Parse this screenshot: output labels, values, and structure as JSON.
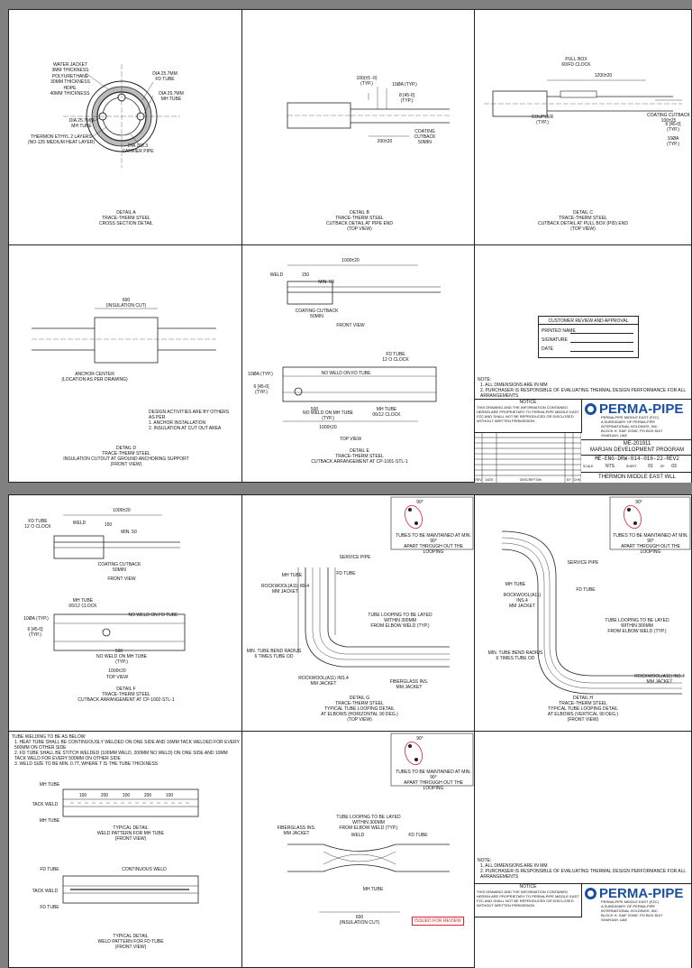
{
  "sheet1": {
    "detail_a": {
      "labels": [
        "WATER JACKET\n3MM THICKNESS",
        "POLYURETHANE\n30MM THICKNESS",
        "HDPE\n40MM THICKNESS",
        "DIA 25.7MM\nFD TUBE",
        "DIA 25.7MM\nMH TUBE",
        "DIA 25.7MM\nMH TUBE",
        "DIA 168.3\nCARRIER PIPE",
        "THERMON ETHYL 2 LAYERS\n(NO-125 MEDIUM HEAT LAYER)"
      ],
      "title": "DETAIL A\nTRACE-THERM STEEL\nCROSS SECTION DETAIL"
    },
    "detail_b": {
      "labels": [
        "100(±5 -0)\n(TYP.)",
        "10ØA (TYP.)",
        "8 [45-0]\n(TYP.)",
        "COATING CUTBACK\n50MIN",
        "200±20"
      ],
      "title": "DETAIL B\nTRACE-THERM STEEL\nCUTBACK DETAIL AT PIPE END\n(TOP VIEW)"
    },
    "detail_c": {
      "labels": [
        "PULL BOX\n60/FD CLOCK",
        "COUPLER\n(TYP.)",
        "1200±20",
        "COATING CUTBACK\n100±25",
        "6 [45-0]\n(TYP.)",
        "10ØA\n(TYP.)"
      ],
      "title": "DETAIL C\nTRACE-THERM STEEL\nCUTBACK DETAIL AT PULL BOX (PID) END\n(TOP VIEW)"
    },
    "detail_d": {
      "labels": [
        "600\n(INSULATION CUT)",
        "ANCHOR CENTER\n(LOCATION AS PER DRAWING)"
      ],
      "notes": "DESIGN ACTIVITIES ARE BY OTHERS AS PER\n1. ANCHOR INSTALLATION\n2. INSULATION AT CUT OUT AREA",
      "title": "DETAIL D\nTRACE-THERM STEEL\nINSULATION CUTOUT AT GROUND ANCHORING SUPPORT\n(FRONT VIEW)"
    },
    "detail_e_front": {
      "labels": [
        "1000±20",
        "WELD",
        "150",
        "MIN. 50",
        "COATING CUTBACK\n50MIN"
      ],
      "view": "FRONT VIEW"
    },
    "detail_e_top": {
      "labels": [
        "FD TUBE\n12 O CLOCK",
        "NO WELD ON FD TUBE",
        "10ØA (TYP.)",
        "6 [45-0]\n(TYP.)",
        "NO WELD ON MH TUBE\n(TYP.)",
        "MH TUBE\n06/12 CLOCK",
        "1000±20",
        "500"
      ],
      "view": "TOP VIEW",
      "title": "DETAIL E\nTRACE-THERM STEEL\nCUTBACK ARRANGEMENT AT CP-1001-STL-1"
    },
    "approval": {
      "heading": "CUSTOMER REVIEW AND APPROVAL",
      "fields": [
        "PRINTED NAME",
        "SIGNATURE",
        "DATE"
      ]
    },
    "notes": {
      "heading": "NOTE:",
      "items": [
        "1. ALL DIMENSIONS ARE IN MM",
        "2. PURCHASER IS RESPONSIBLE OF EVALUATING THERMAL DESIGN PERFORMANCE FOR ALL ARRANGEMENTS"
      ]
    },
    "title_block": {
      "notice_heading": "NOTICE",
      "notice": "THIS DRAWING AND THE INFORMATION CONTAINED HEREIN ARE PROPRIETARY TO PERMA-PIPE MIDDLE EAST FZC AND SHALL NOT BE REPRODUCED OR DISCLOSED WITHOUT WRITTEN PERMISSION",
      "logo": "PERMA-PIPE",
      "company": "PERMA-PIPE MIDDLE EAST (FZC)\nA SUBSIDIARY OF PERMA-PIPE\nINTERNATIONAL HOLDINGS, INC.\nBLOCK H, SAIF ZONE, PO BOX 8107\nSHARJAH, UAE",
      "job_no": "ME-201911",
      "project": "MARJAN DEVELOPMENT PROGRAM",
      "drawing_no": "ME-ENG-DRW-014-016-22-REV2",
      "scale_label": "SCALE",
      "scale": "NTS",
      "sheet_label": "SHEET",
      "sheet": "01",
      "of": "OF",
      "total": "03",
      "customer": "THERMON MIDDLE EAST WLL",
      "rev_rows": [
        "DATE",
        "DESCRIPTION",
        "BY"
      ],
      "col_headers": [
        "REV",
        "DATE",
        "DESCRIPTION",
        "BY",
        "CHK"
      ]
    }
  },
  "sheet2": {
    "detail_f_front": {
      "labels": [
        "1000±20",
        "FD TUBE\n12 O CLOCK",
        "WELD",
        "150",
        "MIN. 50",
        "COATING CUTBACK\n50MIN"
      ],
      "view": "FRONT VIEW"
    },
    "detail_f_top": {
      "labels": [
        "MH TUBE\n06/12 CLOCK",
        "NO WELD ON FD TUBE",
        "10ØA (TYP.)",
        "6 [45-0]\n(TYP.)",
        "NO WELD ON MH TUBE\n(TYP.)",
        "500",
        "1000±20"
      ],
      "view": "TOP VIEW",
      "title": "DETAIL F\nTRACE-THERM STEEL\nCUTBACK ARRANGEMENT AT CP-1002-STL-1"
    },
    "detail_g": {
      "labels": [
        "SERVICE PIPE",
        "MH TUBE",
        "FD TUBE",
        "ROCKWOOL(A11) 80-4\nMM JACKET",
        "TUBE LOOPING TO BE LAYED\nWITHIN 300MM\nFROM ELBOW WELD (TYP.)",
        "MIN. TUBE BEND RADIUS\n6 TIMES TUBE OD",
        "FIBERGLASS INS.\nMM JACKET",
        "ROCKWOOL(A11) INS.4\nMM JACKET"
      ],
      "callout": "TUBES TO BE MAINTAINED AT MIN. 90°\nAPART THROUGH OUT THE LOOPING",
      "angle": "90°",
      "title": "DETAIL G\nTRACE-THERM STEEL\nTYPICAL TUBE LOOPING DETAIL\nAT ELBOWS (HORIZONTAL 90 DEG.)\n(TOP VIEW)"
    },
    "detail_h": {
      "labels": [
        "SERVICE PIPE",
        "FD TUBE",
        "MH TUBE",
        "ROCKWOOL(A11) INS.4\nMM JACKET",
        "TUBE LOOPING TO BE LAYED\nWITHIN 300MM\nFROM ELBOW WELD (TYP.)",
        "MIN. TUBE BEND RADIUS\n6 TIMES TUBE OD",
        "ROCKWOOL(A11) INS.4\nMM JACKET"
      ],
      "callout": "TUBES TO BE MAINTAINED AT MIN. 90°\nAPART THROUGH OUT THE LOOPING",
      "angle": "90°",
      "title": "DETAIL H\nTRACE-THERM STEEL\nTYPICAL TUBE LOOPING DETAIL\nAT ELBOWS (VERTICAL 90 DEG.)\n(FRONT VIEW)"
    },
    "weld_notes": {
      "heading": "TUBE WELDING TO BE AS BELOW",
      "items": [
        "1. HEAT TUBE SHALL BE CONTINUOUSLY WELDED ON ONE SIDE AND 10MM TACK WELDED FOR EVERY 500MM ON OTHER SIDE",
        "2. FD TUBE SHALL BE STITCH WELDED (100MM WELD, 200MM NO WELD) ON ONE SIDE AND 10MM TACK WELD FOR EVERY 500MM ON OTHER SIDE",
        "3. WELD SIZE TO BE MIN. 0.7T, WHERE T IS THE TUBE THICKNESS"
      ]
    },
    "weld_detail_1": {
      "labels": [
        "MH TUBE",
        "100",
        "200",
        "100",
        "200",
        "100",
        "TACK WELD",
        "MH TUBE"
      ],
      "title": "TYPICAL DETAIL\nWELD PATTERN FOR MH TUBE\n(FRONT VIEW)"
    },
    "weld_detail_2": {
      "labels": [
        "FD TUBE",
        "CONTINUOUS WELD",
        "TACK WELD",
        "FD TUBE"
      ],
      "title": "TYPICAL DETAIL\nWELD PATTERN FOR FD TUBE\n(FRONT VIEW)"
    },
    "detail_i": {
      "labels": [
        "FIBERGLASS INS.\nMM JACKET",
        "TUBE LOOPING TO BE LAYED\nWITHIN 300MM\nFROM ELBOW WELD (TYP.)",
        "WELD",
        "FD TUBE",
        "MH TUBE",
        "600\n(INSULATION CUT)"
      ],
      "callout": "TUBES TO BE MAINTAINED AT MIN. 90°\nAPART THROUGH OUT THE LOOPING",
      "angle": "90°"
    },
    "notes": {
      "heading": "NOTE:",
      "items": [
        "1. ALL DIMENSIONS ARE IN MM",
        "2. PURCHASER IS RESPONSIBLE OF EVALUATING THERMAL DESIGN PERFORMANCE FOR ALL ARRANGEMENTS"
      ]
    },
    "title_block": {
      "notice_heading": "NOTICE",
      "logo": "PERMA-PIPE",
      "company": "PERMA-PIPE MIDDLE EAST (FZC)\nA SUBSIDIARY OF PERMA-PIPE\nINTERNATIONAL HOLDINGS, INC.\nBLOCK H, SAIF ZONE, PO BOX 8107\nSHARJAH, UAE"
    },
    "stamp": "ISSUED FOR REVIEW"
  },
  "colors": {
    "logo_blue": "#1a4fa0",
    "stamp_red": "#d23",
    "line": "#222",
    "background": "#808080"
  }
}
